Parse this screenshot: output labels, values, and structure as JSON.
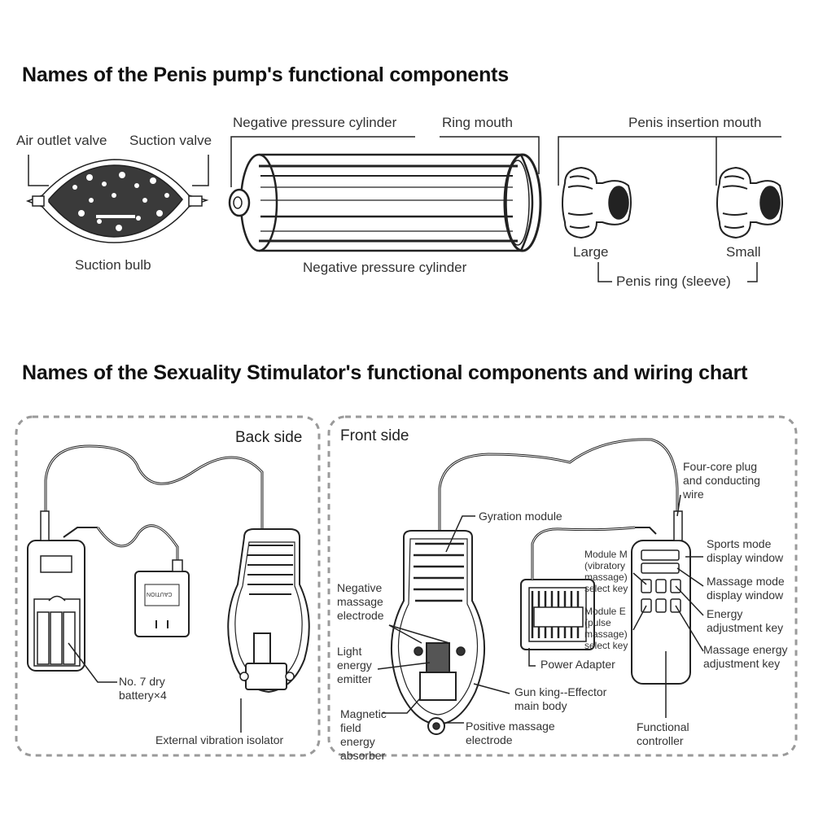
{
  "pump": {
    "heading": "Names of the Penis pump's functional components",
    "air_outlet_valve": "Air outlet valve",
    "suction_valve": "Suction valve",
    "suction_bulb": "Suction bulb",
    "cylinder_top": "Negative pressure cylinder",
    "ring_mouth": "Ring mouth",
    "cylinder_bottom": "Negative pressure cylinder",
    "insertion_mouth": "Penis insertion mouth",
    "large": "Large",
    "small": "Small",
    "ring_sleeve": "Penis ring (sleeve)"
  },
  "stimulator": {
    "heading": "Names of the Sexuality Stimulator's functional components and wiring chart",
    "back": {
      "title": "Back side",
      "battery_line1": "No. 7 dry",
      "battery_line2": "battery×4",
      "isolator": "External vibration isolator",
      "adapter_caution": "CAUTION"
    },
    "front": {
      "title": "Front side",
      "gyration_module": "Gyration module",
      "neg_electrode": "Negative massage electrode",
      "light_emitter": "Light energy emitter",
      "magnetic_absorber": "Magnetic field energy absorber",
      "positive_electrode": "Positive massage electrode",
      "gun_king": "Gun king--Effector main body",
      "power_adapter": "Power Adapter",
      "four_core": "Four-core plug and conducting wire",
      "module_m": "Module M (vibratory massage) select key",
      "module_e": "Module E (pulse massage) select key",
      "sports_mode": "Sports mode display window",
      "massage_mode": "Massage mode display window",
      "energy_key": "Energy adjustment key",
      "massage_energy_key": "Massage energy adjustment key",
      "functional_controller": "Functional controller"
    }
  },
  "colors": {
    "ink": "#222222",
    "dash_border": "#9a9a9a"
  }
}
